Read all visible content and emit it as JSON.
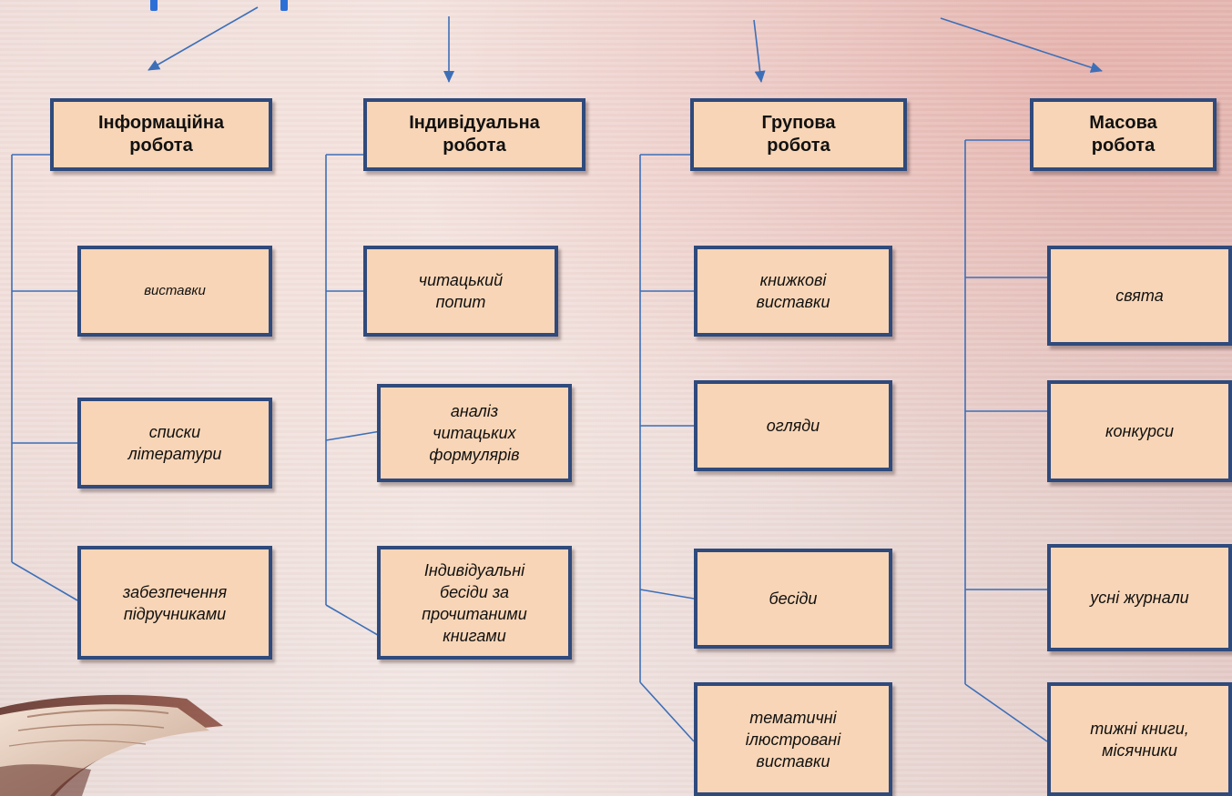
{
  "colors": {
    "box_fill": "#f8d5b6",
    "box_border": "#2f4a7c",
    "connector": "#3d6fb8",
    "title_fragment": "#2e6fd6"
  },
  "diagram": {
    "columns": [
      {
        "heading": "Інформаційна\nробота",
        "items": [
          "виставки",
          "списки\nлітератури",
          "забезпечення\nпідручниками"
        ]
      },
      {
        "heading": "Індивідуальна\nробота",
        "items": [
          "читацький\nпопит",
          "аналіз\nчитацьких\nформулярів",
          "Індивідуальні\nбесіди за\nпрочитаними\nкнигами"
        ]
      },
      {
        "heading": "Групова\nробота",
        "items": [
          "книжкові\nвиставки",
          "огляди",
          "бесіди",
          "тематичні\nілюстровані\nвиставки"
        ]
      },
      {
        "heading": "Масова\nробота",
        "items": [
          "свята",
          "конкурси",
          "усні журнали",
          "тижні книги,\nмісячники"
        ]
      }
    ]
  },
  "decor": {
    "book_image": "open-book-image"
  }
}
